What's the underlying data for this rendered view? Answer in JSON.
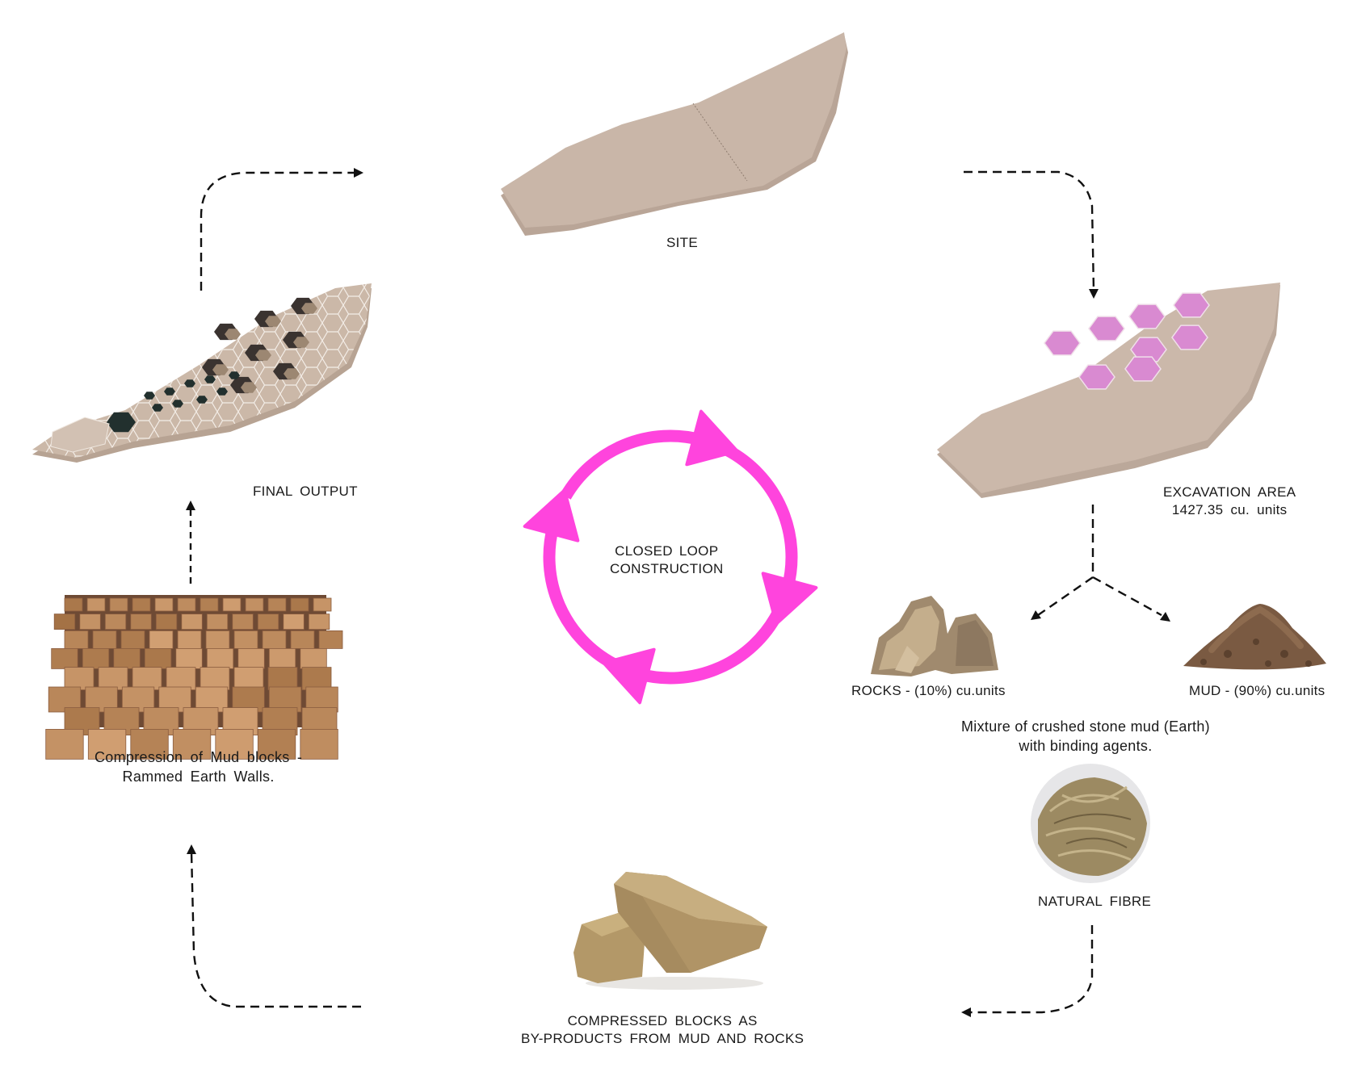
{
  "colors": {
    "loop_accent": "#ff44dd",
    "site_surface": "#c9b6a8",
    "site_side": "#b9a597",
    "excavation_pits": "#d98ad1",
    "text": "#1a1a1a",
    "connector": "#111111"
  },
  "center": {
    "title_line1": "CLOSED  LOOP",
    "title_line2": "CONSTRUCTION",
    "icon": "cycle-arrows-icon"
  },
  "stages": {
    "site": {
      "label": "SITE"
    },
    "excavation": {
      "label_line1": "EXCAVATION  AREA",
      "label_line2": "1427.35 cu. units",
      "pit_count": 8
    },
    "rocks": {
      "label": "ROCKS - (10%) cu.units"
    },
    "mud": {
      "label": "MUD - (90%) cu.units"
    },
    "mixture": {
      "line1": "Mixture  of  crushed stone  mud (Earth)",
      "line2": "with  binding  agents."
    },
    "fibre": {
      "label": "NATURAL  FIBRE"
    },
    "blocks": {
      "line1": "COMPRESSED  BLOCKS  AS",
      "line2": "BY-PRODUCTS  FROM  MUD  AND  ROCKS"
    },
    "rammed": {
      "line1": "Compression  of  Mud blocks -",
      "line2": "Rammed  Earth  Walls."
    },
    "final": {
      "label": "FINAL  OUTPUT"
    }
  }
}
